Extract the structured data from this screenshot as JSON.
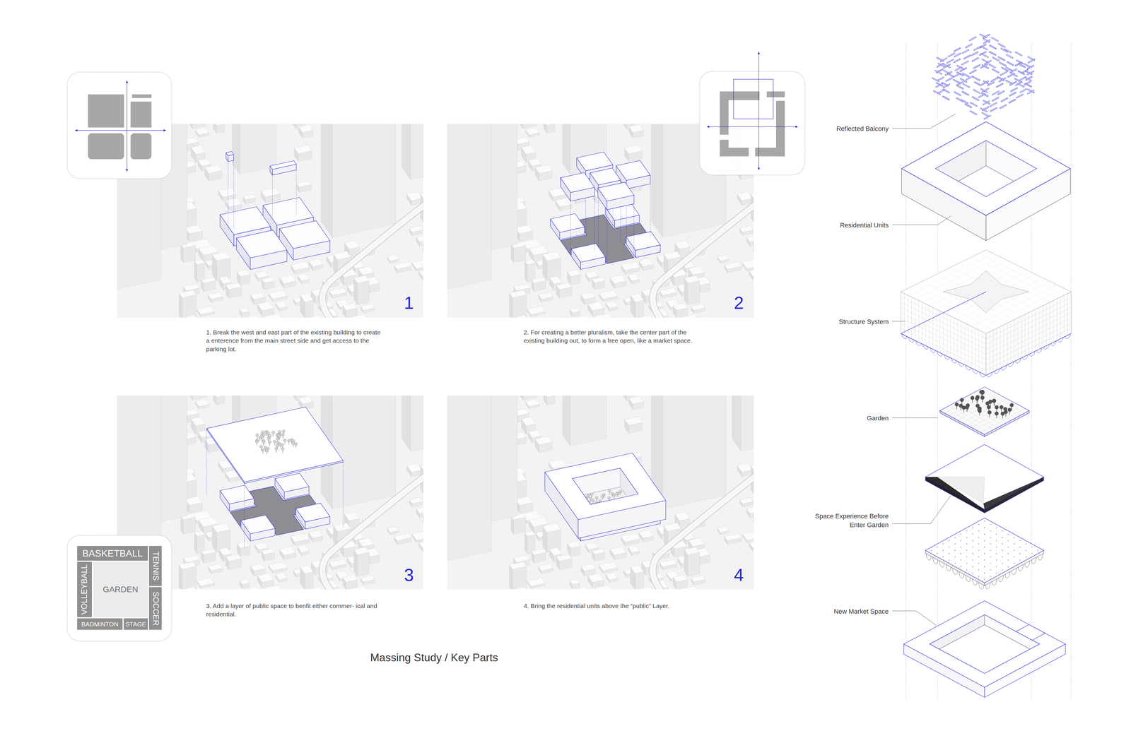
{
  "diagram": {
    "title": "Massing Study / Key Parts",
    "nodes": [
      {
        "text": [
          "BASKETBALL"
        ]
      },
      {
        "text": [
          "VOLLEYBALL"
        ]
      },
      {
        "text": [
          "GARDEN"
        ]
      },
      {
        "text": [
          "TENNIS"
        ]
      },
      {
        "text": [
          "SOCCER"
        ]
      },
      {
        "text": [
          "BADMINTON"
        ]
      },
      {
        "text": [
          "STAGE"
        ]
      }
    ],
    "labels": [
      "1",
      "2",
      "1. Break the west and east part of the existing building to create a enterence from the main street side and get access to the parking lot.",
      "2. For creating a better pluralism, take the center part of the existing building out, to form a free open, like a market space.",
      "3",
      "4",
      "3. Add a layer of public space to benfit either commer- ical and residential.",
      "4. Bring the residential units above the “public” Layer.",
      "Reflected Balcony",
      "Residential Units",
      "Structure System",
      "Garden",
      "Space Experience Before Enter Garden",
      "New Market Space"
    ]
  }
}
